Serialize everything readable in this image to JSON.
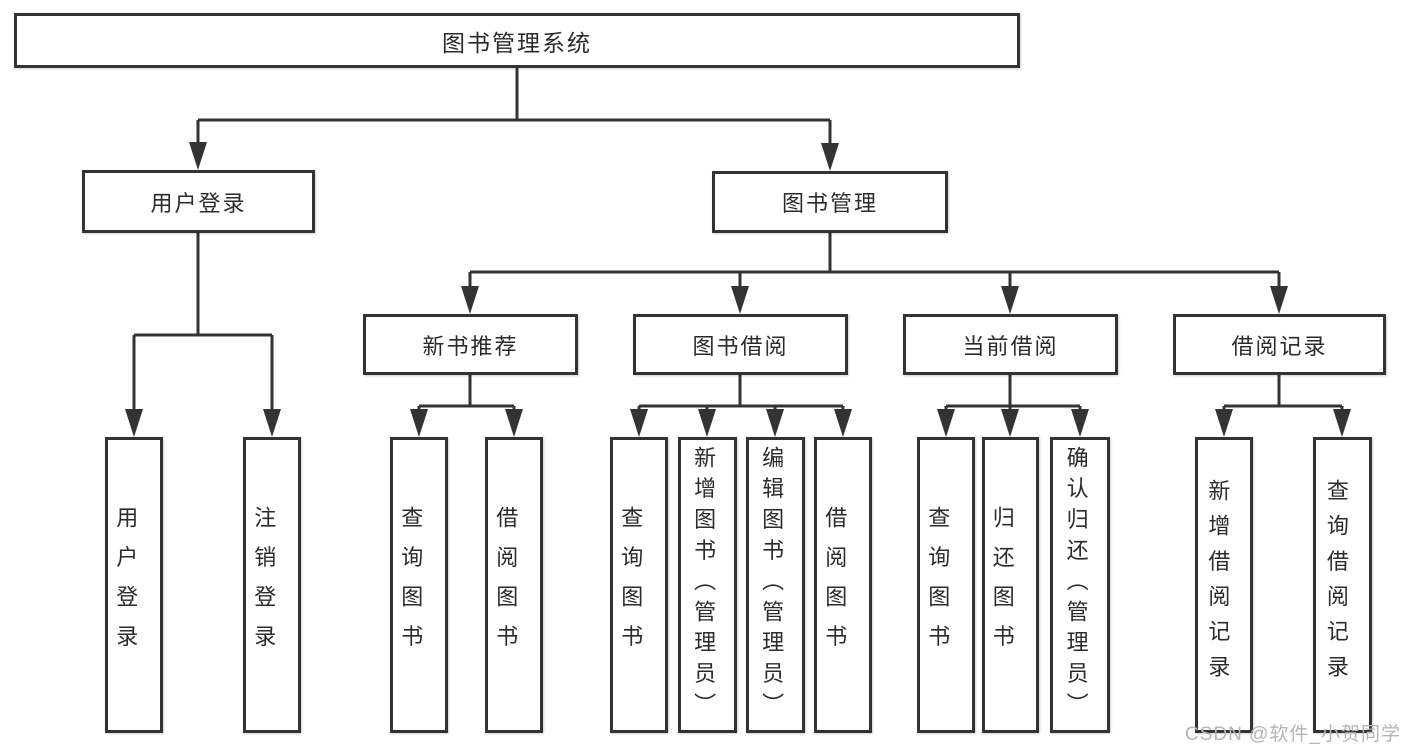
{
  "tree": {
    "root": {
      "label": "图书管理系统"
    },
    "children": [
      {
        "label": "用户登录",
        "children": [
          {
            "label": "用户登录"
          },
          {
            "label": "注销登录"
          }
        ]
      },
      {
        "label": "图书管理",
        "children": [
          {
            "label": "新书推荐",
            "children": [
              {
                "label": "查询图书"
              },
              {
                "label": "借阅图书"
              }
            ]
          },
          {
            "label": "图书借阅",
            "children": [
              {
                "label": "查询图书"
              },
              {
                "label": "新增图书（管理员）"
              },
              {
                "label": "编辑图书（管理员）"
              },
              {
                "label": "借阅图书"
              }
            ]
          },
          {
            "label": "当前借阅",
            "children": [
              {
                "label": "查询图书"
              },
              {
                "label": "归还图书"
              },
              {
                "label": "确认归还（管理员）"
              }
            ]
          },
          {
            "label": "借阅记录",
            "children": [
              {
                "label": "新增借阅记录"
              },
              {
                "label": "查询借阅记录"
              }
            ]
          }
        ]
      }
    ]
  },
  "watermark": {
    "text": "CSDN @软件_小贺同学"
  },
  "colors": {
    "line": "#333333",
    "border": "#333333",
    "text": "#2b2b2b",
    "background": "#ffffff",
    "watermark": "#b5b5b5"
  }
}
